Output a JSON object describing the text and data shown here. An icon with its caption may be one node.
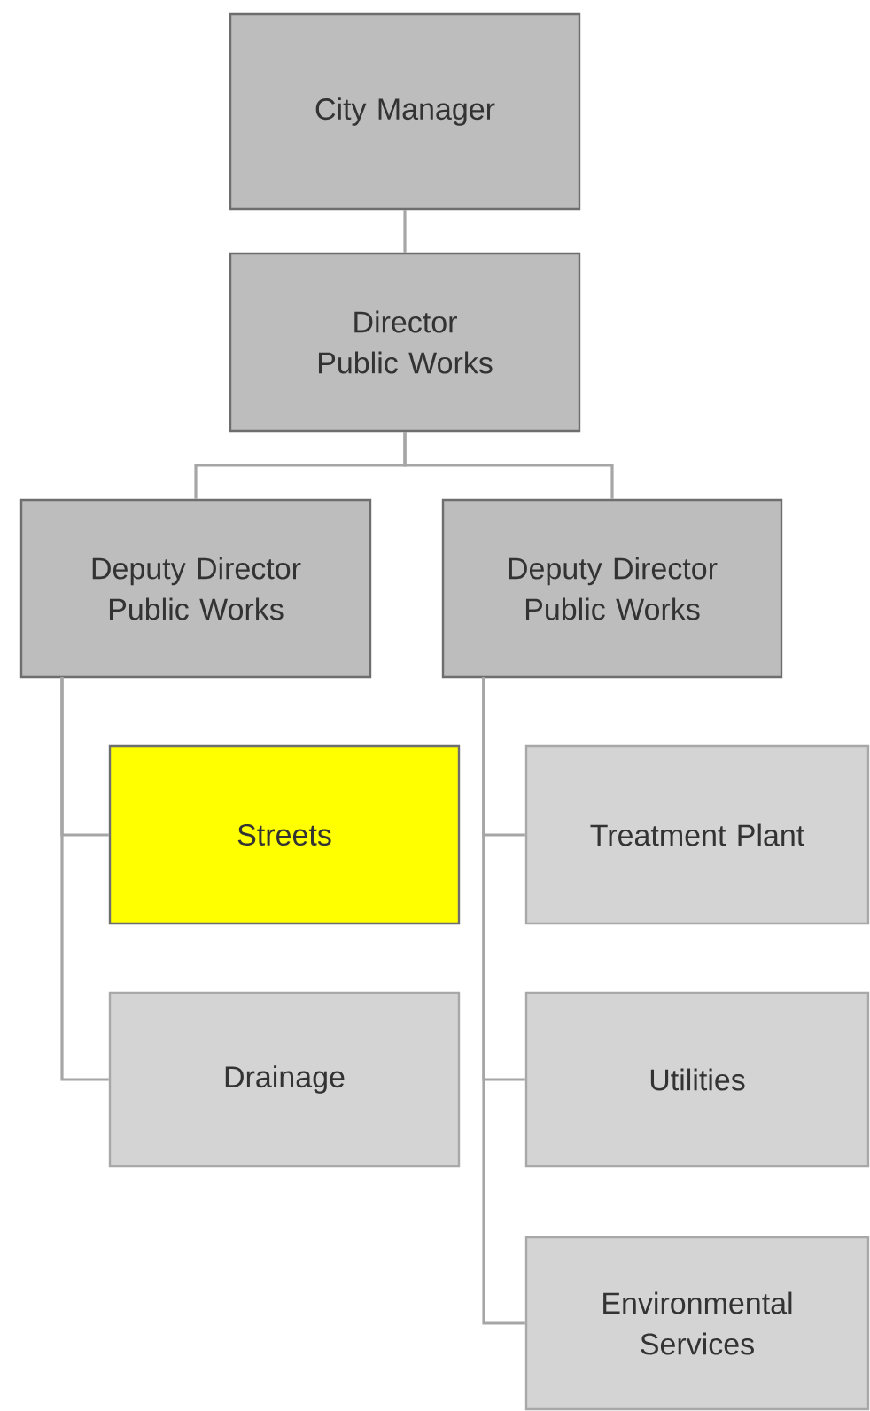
{
  "diagram": {
    "nodes": [
      {
        "text": [
          "City Manager"
        ]
      },
      {
        "text": [
          "Director Public Works"
        ]
      },
      {
        "text": [
          "Deputy Director Public Works"
        ]
      },
      {
        "text": [
          "Deputy Director Public Works"
        ]
      },
      {
        "text": [
          "Streets"
        ]
      },
      {
        "text": [
          "Drainage"
        ]
      },
      {
        "text": [
          "Treatment Plant"
        ]
      },
      {
        "text": [
          "Utilities"
        ]
      },
      {
        "text": [
          "Environmental Services"
        ]
      }
    ],
    "edges": [
      {
        "from": 0,
        "to": 1,
        "arrow": "none"
      },
      {
        "from": 1,
        "to": 2,
        "arrow": "none"
      },
      {
        "from": 1,
        "to": 3,
        "arrow": "none"
      },
      {
        "from": 2,
        "to": 4,
        "arrow": "none"
      },
      {
        "from": 2,
        "to": 5,
        "arrow": "none"
      },
      {
        "from": 3,
        "to": 6,
        "arrow": "none"
      },
      {
        "from": 3,
        "to": 7,
        "arrow": "none"
      },
      {
        "from": 3,
        "to": 8,
        "arrow": "none"
      }
    ]
  }
}
